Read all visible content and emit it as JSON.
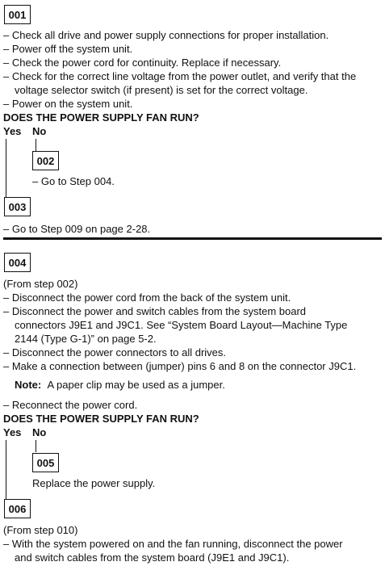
{
  "step001": {
    "id": "001",
    "items": [
      "– Check all drive and power supply connections for proper installation.",
      "– Power off the system unit.",
      "– Check the power cord for continuity. Replace if necessary.",
      "– Check for the correct line voltage from the power outlet, and verify that the",
      "voltage selector switch (if present) is set for the correct voltage.",
      "– Power on the system unit."
    ],
    "question": "DOES THE POWER SUPPLY FAN RUN?",
    "yes": "Yes",
    "no": "No"
  },
  "step002": {
    "id": "002",
    "text": "– Go to Step 004."
  },
  "step003": {
    "id": "003",
    "text": "– Go to Step 009 on page 2-28."
  },
  "step004": {
    "id": "004",
    "from": "(From step 002)",
    "items": [
      "– Disconnect the power cord from the back of the system unit.",
      "– Disconnect the power and switch cables from the system board",
      "connectors J9E1 and J9C1. See “System Board Layout—Machine Type",
      "2144 (Type G-1)” on page 5-2.",
      "– Disconnect the power connectors to all drives.",
      "– Make a connection between (jumper) pins 6 and 8 on the connector J9C1."
    ],
    "note_label": "Note:",
    "note_text": "A paper clip may be used as a jumper.",
    "reconnect": "– Reconnect the power cord.",
    "question": "DOES THE POWER SUPPLY FAN RUN?",
    "yes": "Yes",
    "no": "No"
  },
  "step005": {
    "id": "005",
    "text": "Replace the power supply."
  },
  "step006": {
    "id": "006",
    "from": "(From step 010)",
    "items": [
      "– With the system powered on and the fan running, disconnect the power",
      "and switch cables from the system board (J9E1 and J9C1)."
    ]
  }
}
